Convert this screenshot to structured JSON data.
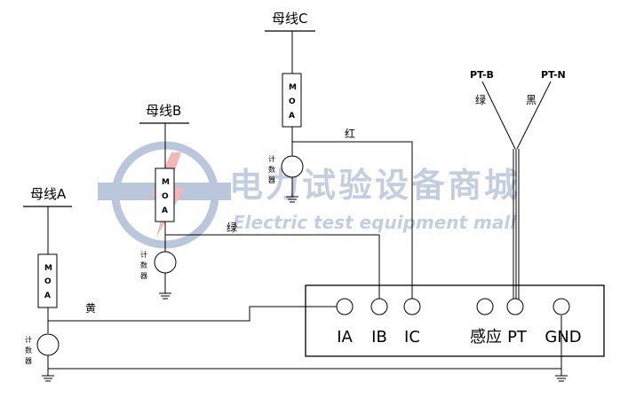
{
  "diagram": {
    "busbars": {
      "a": "母线A",
      "b": "母线B",
      "c": "母线C"
    },
    "moa": [
      "M",
      "O",
      "A"
    ],
    "counter": [
      "计",
      "数",
      "器"
    ],
    "wires": {
      "yellow": "黄",
      "green": "绿",
      "red": "红",
      "green_pt": "绿",
      "black_pt": "黑"
    },
    "pt_inputs": {
      "pt_b": "PT-B",
      "pt_n": "PT-N"
    },
    "instrument_terminals": [
      "IA",
      "IB",
      "IC",
      "感应",
      "PT",
      "GND"
    ],
    "watermark": {
      "chinese": "电力试验设备商城",
      "english": "Electric test equipment mall"
    }
  }
}
